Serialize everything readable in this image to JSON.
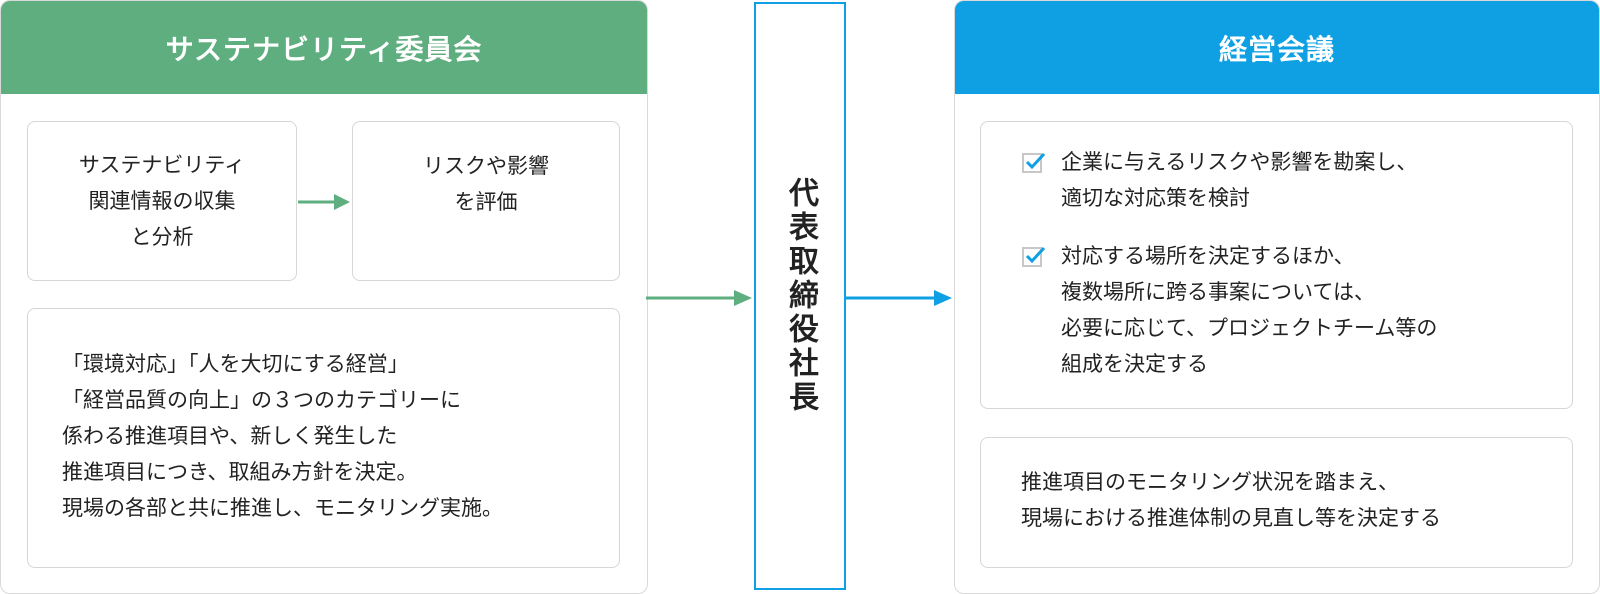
{
  "colors": {
    "committee": "#5fae7f",
    "management": "#0ea0e3",
    "ceo_border": "#0ea0e3"
  },
  "committee": {
    "title": "サステナビリティ委員会",
    "box_collect": [
      "サステナビリティ",
      "関連情報の収集",
      "と分析"
    ],
    "box_evaluate": [
      "リスクや影響",
      "を評価"
    ],
    "box_decide": [
      "「環境対応」「人を大切にする経営」",
      "「経営品質の向上」の３つのカテゴリーに",
      "係わる推進項目や、新しく発生した",
      "推進項目につき、取組み方針を決定。",
      "現場の各部と共に推進し、モニタリング実施。"
    ]
  },
  "ceo": {
    "label": "代表取締役社長"
  },
  "management": {
    "title": "経営会議",
    "check_items": [
      {
        "icon": "checkbox-icon",
        "lines": [
          "企業に与えるリスクや影響を勘案し、",
          "適切な対応策を検討"
        ]
      },
      {
        "icon": "checkbox-icon",
        "lines": [
          "対応する場所を決定するほか、",
          "複数場所に跨る事案については、",
          "必要に応じて、プロジェクトチーム等の",
          "組成を決定する"
        ]
      }
    ],
    "box_monitor": [
      "推進項目のモニタリング状況を踏まえ、",
      "現場における推進体制の見直し等を決定する"
    ]
  }
}
